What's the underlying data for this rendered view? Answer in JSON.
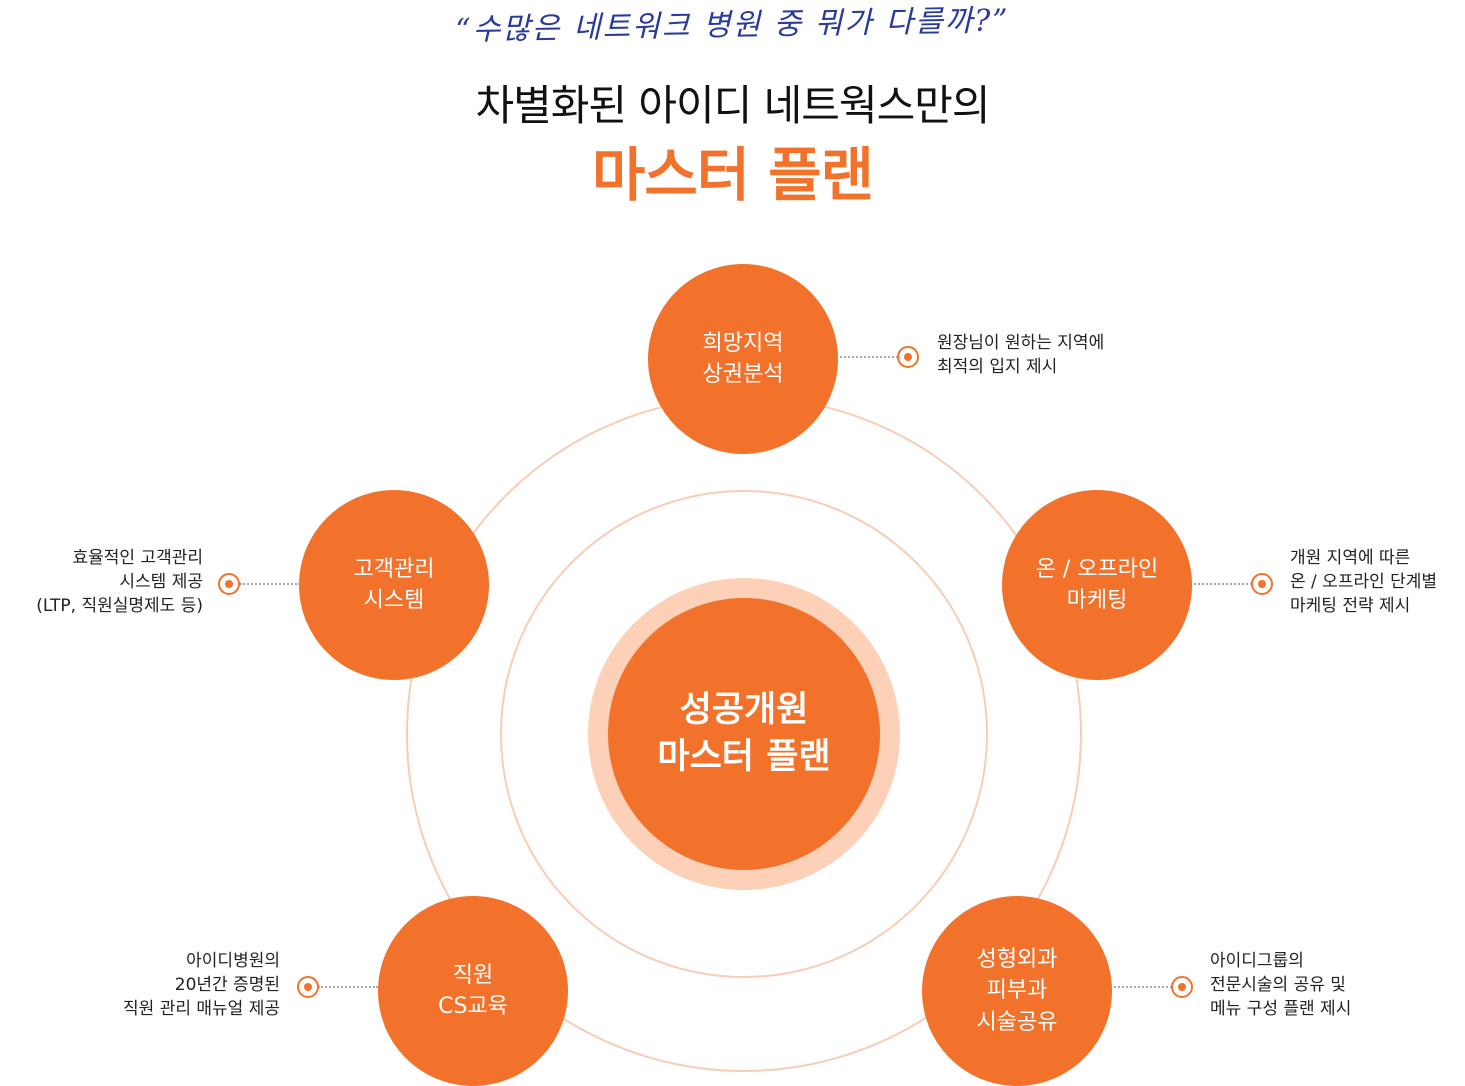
{
  "header": {
    "quote": "“수많은 네트워크 병원 중 뭐가 다를까?”",
    "title_line1": "차별화된 아이디 네트웍스만의",
    "title_line2": "마스터 플랜"
  },
  "center": {
    "line1": "성공개원",
    "line2": "마스터 플랜"
  },
  "nodes": [
    {
      "title": [
        "희망지역",
        "상권분석"
      ],
      "desc": [
        "원장님이 원하는 지역에",
        "최적의 입지 제시"
      ]
    },
    {
      "title": [
        "온 / 오프라인",
        "마케팅"
      ],
      "desc": [
        "개원 지역에 따른",
        "온 / 오프라인 단계별",
        "마케팅 전략 제시"
      ]
    },
    {
      "title": [
        "성형외과",
        "피부과",
        "시술공유"
      ],
      "desc": [
        "아이디그룹의",
        "전문시술의 공유 및",
        "메뉴 구성 플랜 제시"
      ]
    },
    {
      "title": [
        "직원",
        "CS교육"
      ],
      "desc": [
        "아이디병원의",
        "20년간 증명된",
        "직원 관리 매뉴얼 제공"
      ]
    },
    {
      "title": [
        "고객관리",
        "시스템"
      ],
      "desc": [
        "효율적인 고객관리",
        "시스템 제공",
        "(LTP, 직원실명제도 등)"
      ]
    }
  ],
  "colors": {
    "accent": "#f2722b",
    "halo": "#fdd0b8",
    "ring": "#f8cdb6",
    "quote": "#2a3a9a"
  }
}
